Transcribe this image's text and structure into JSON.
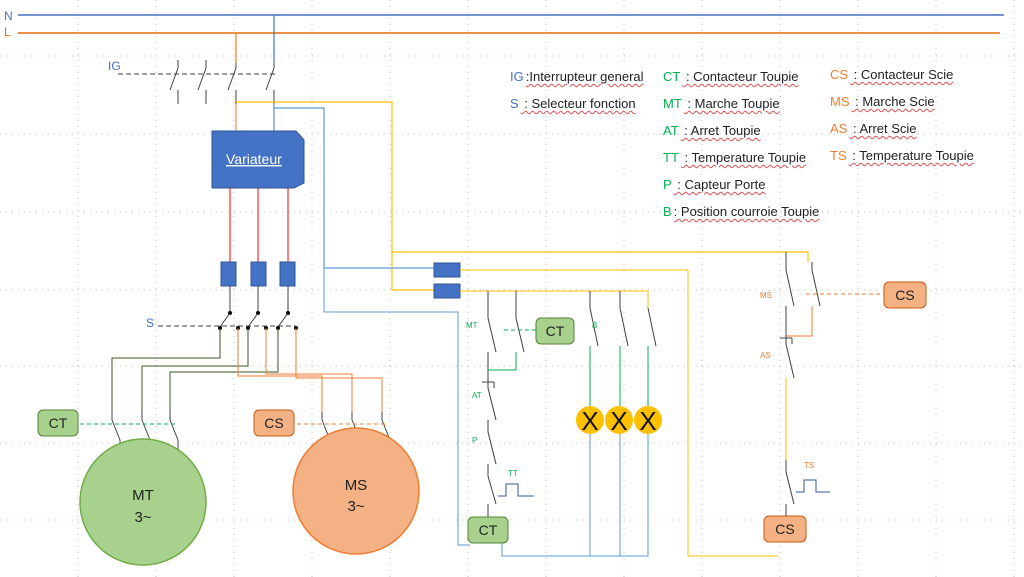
{
  "colors": {
    "neutral_line": "#4472c4",
    "live_line": "#e46c0a",
    "blue_box": "#4472c4",
    "green": "#00b050",
    "green_fill": "#a9d18e",
    "green_stroke": "#548235",
    "orange": "#ed7d31",
    "orange_fill": "#f4b183",
    "orange_stroke": "#c55a11",
    "yellow_lamp": "#ffc000",
    "yellow_wire": "#ffc000",
    "light_blue_wire": "#5b9bd5",
    "red_wire": "#ff0000",
    "dark_green_wire": "#375623",
    "dark_wire": "#404040",
    "grid_dots": "#bfbfbf"
  },
  "rails": {
    "n_label": "N",
    "l_label": "L"
  },
  "labels": {
    "ig": "IG",
    "s": "S",
    "variateur": "Variateur",
    "ct_motor_side": "CT",
    "cs_motor_side": "CS",
    "mt_name": "MT",
    "mt_phase": "3~",
    "ms_name": "MS",
    "ms_phase": "3~",
    "mt_contact": "MT",
    "at_contact": "AT",
    "p_contact": "P",
    "tt_contact": "TT",
    "b_contact": "B",
    "ct_coil_top": "CT",
    "ct_coil_bottom": "CT",
    "ms_contact": "MS",
    "as_contact": "AS",
    "ts_contact": "TS",
    "cs_coil_top": "CS",
    "cs_coil_bottom": "CS",
    "lamp1": "X",
    "lamp2": "X",
    "lamp3": "X"
  },
  "legend_col1": [
    {
      "key": "IG",
      "desc": ":Interrupteur general",
      "color": "#4472c4"
    },
    {
      "key": "S",
      "desc": " : Selecteur fonction",
      "color": "#4472c4"
    }
  ],
  "legend_col2": [
    {
      "key": "CT",
      "desc": " : Contacteur Toupie",
      "color": "#00b050"
    },
    {
      "key": "MT",
      "desc": " : Marche Toupie",
      "color": "#00b050"
    },
    {
      "key": "AT",
      "desc": " : Arret Toupie",
      "color": "#00b050"
    },
    {
      "key": "TT",
      "desc": " : Temperature Toupie",
      "color": "#00b050"
    },
    {
      "key": "P",
      "desc": " : Capteur Porte",
      "color": "#00b050"
    },
    {
      "key": "B",
      "desc": ": Position courroie Toupie",
      "color": "#00b050"
    }
  ],
  "legend_col3": [
    {
      "key": "CS",
      "desc": " : Contacteur Scie",
      "color": "#ed7d31"
    },
    {
      "key": "MS",
      "desc": " : Marche Scie",
      "color": "#ed7d31"
    },
    {
      "key": "AS",
      "desc": " : Arret Scie",
      "color": "#ed7d31"
    },
    {
      "key": "TS",
      "desc": " : Temperature Toupie",
      "color": "#ed7d31"
    }
  ]
}
